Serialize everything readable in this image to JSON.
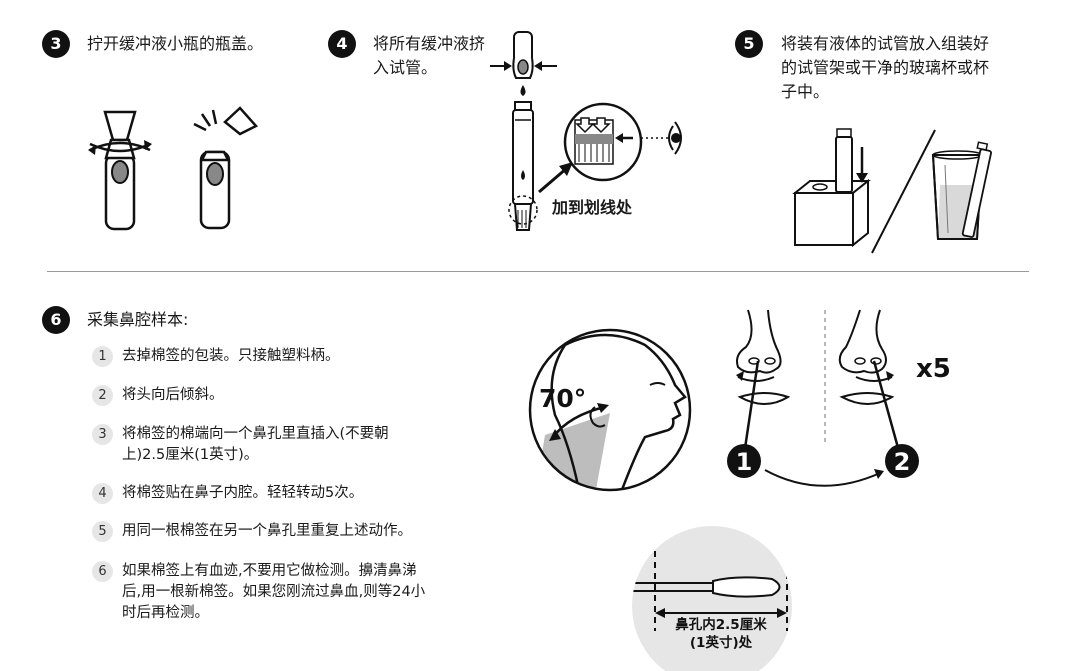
{
  "steps_top": [
    {
      "num": "3",
      "text": "拧开缓冲液小瓶的瓶盖。"
    },
    {
      "num": "4",
      "text": "将所有缓冲液挤\n入试管。"
    },
    {
      "num": "5",
      "text": "将装有液体的试管放入组装好\n的试管架或干净的玻璃杯或杯\n子中。"
    }
  ],
  "step4_callout": "加到划线处",
  "step6": {
    "num": "6",
    "title": "采集鼻腔样本:",
    "items": [
      {
        "num": "1",
        "text": "去掉棉签的包装。只接触塑料柄。"
      },
      {
        "num": "2",
        "text": "将头向后倾斜。"
      },
      {
        "num": "3",
        "text": "将棉签的棉端向一个鼻孔里直插入(不要朝\n上)2.5厘米(1英寸)。"
      },
      {
        "num": "4",
        "text": "将棉签贴在鼻子内腔。轻轻转动5次。"
      },
      {
        "num": "5",
        "text": "用同一根棉签在另一个鼻孔里重复上述动作。"
      },
      {
        "num": "6",
        "text": "如果棉签上有血迹,不要用它做检测。擤清鼻涕\n后,用一根新棉签。如果您刚流过鼻血,则等24小\n时后再检测。"
      }
    ]
  },
  "figure_labels": {
    "angle": "70°",
    "repeat": "x5",
    "nostril_1": "1",
    "nostril_2": "2",
    "depth_line1": "鼻孔内2.5厘米",
    "depth_line2": "(1英寸)处"
  }
}
